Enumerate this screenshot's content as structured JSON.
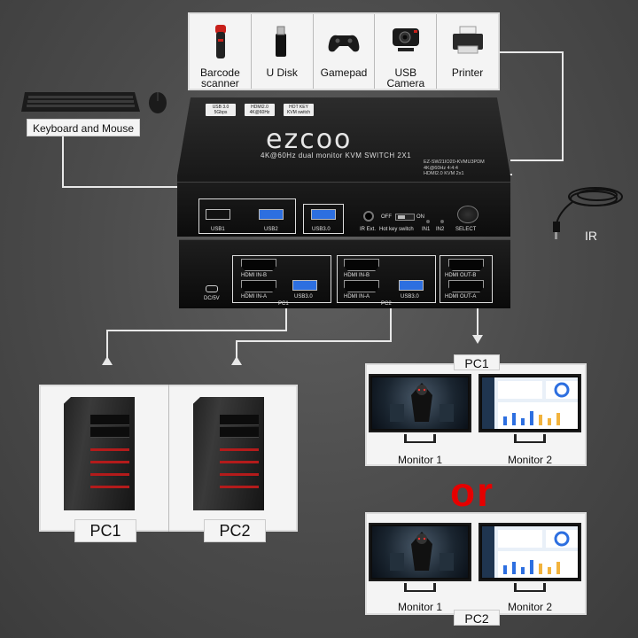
{
  "peripherals": [
    {
      "label": "Barcode scanner",
      "icon": "barcode-scanner-icon"
    },
    {
      "label": "U Disk",
      "icon": "usb-disk-icon"
    },
    {
      "label": "Gamepad",
      "icon": "gamepad-icon"
    },
    {
      "label": "USB Camera",
      "icon": "webcam-icon"
    },
    {
      "label": "Printer",
      "icon": "printer-icon"
    }
  ],
  "keyboard_mouse_label": "Keyboard and Mouse",
  "kvm": {
    "top_tags": [
      "USB 3.0\n5Gbps",
      "HDMI2.0\n4K@60Hz",
      "HOT KEY\nKVM switch"
    ],
    "brand": "ezcoo",
    "subtitle": "4K@60Hz dual monitor KVM SWITCH 2X1",
    "model_lines": "EZ-SW21IO20-KVMU3PDM\n4K@60Hz 4:4:4\nHDMI2.0 KVM 2x1",
    "front_labels": {
      "usb1": "USB1",
      "usb2": "USB2",
      "usb30": "USB3.0",
      "ir_ext": "IR Ext.",
      "off": "OFF",
      "on": "ON",
      "hotkey": "Hot key switch",
      "in1": "IN1",
      "in2": "IN2",
      "select": "SELECT"
    },
    "back_labels": {
      "dc": "DC/5V",
      "pc1_hdmi_b": "HDMI IN-B",
      "pc1_hdmi_a": "HDMI IN-A",
      "pc1_usb": "USB3.0",
      "pc1": "PC1",
      "pc2_hdmi_b": "HDMI IN-B",
      "pc2_hdmi_a": "HDMI IN-A",
      "pc2_usb": "USB3.0",
      "pc2": "PC2",
      "out_b": "HDMI OUT-B",
      "out_a": "HDMI OUT-A"
    }
  },
  "ir_label": "IR",
  "pcs": [
    {
      "label": "PC1"
    },
    {
      "label": "PC2"
    }
  ],
  "monitor_groups": [
    {
      "title": "PC1",
      "monitors": [
        "Monitor 1",
        "Monitor 2"
      ]
    },
    {
      "title": "PC2",
      "monitors": [
        "Monitor 1",
        "Monitor 2"
      ]
    }
  ],
  "or_text": "or",
  "colors": {
    "accent_red": "#e60000",
    "usb_blue": "#2d6fe0",
    "panel_bg": "#f4f4f4"
  }
}
